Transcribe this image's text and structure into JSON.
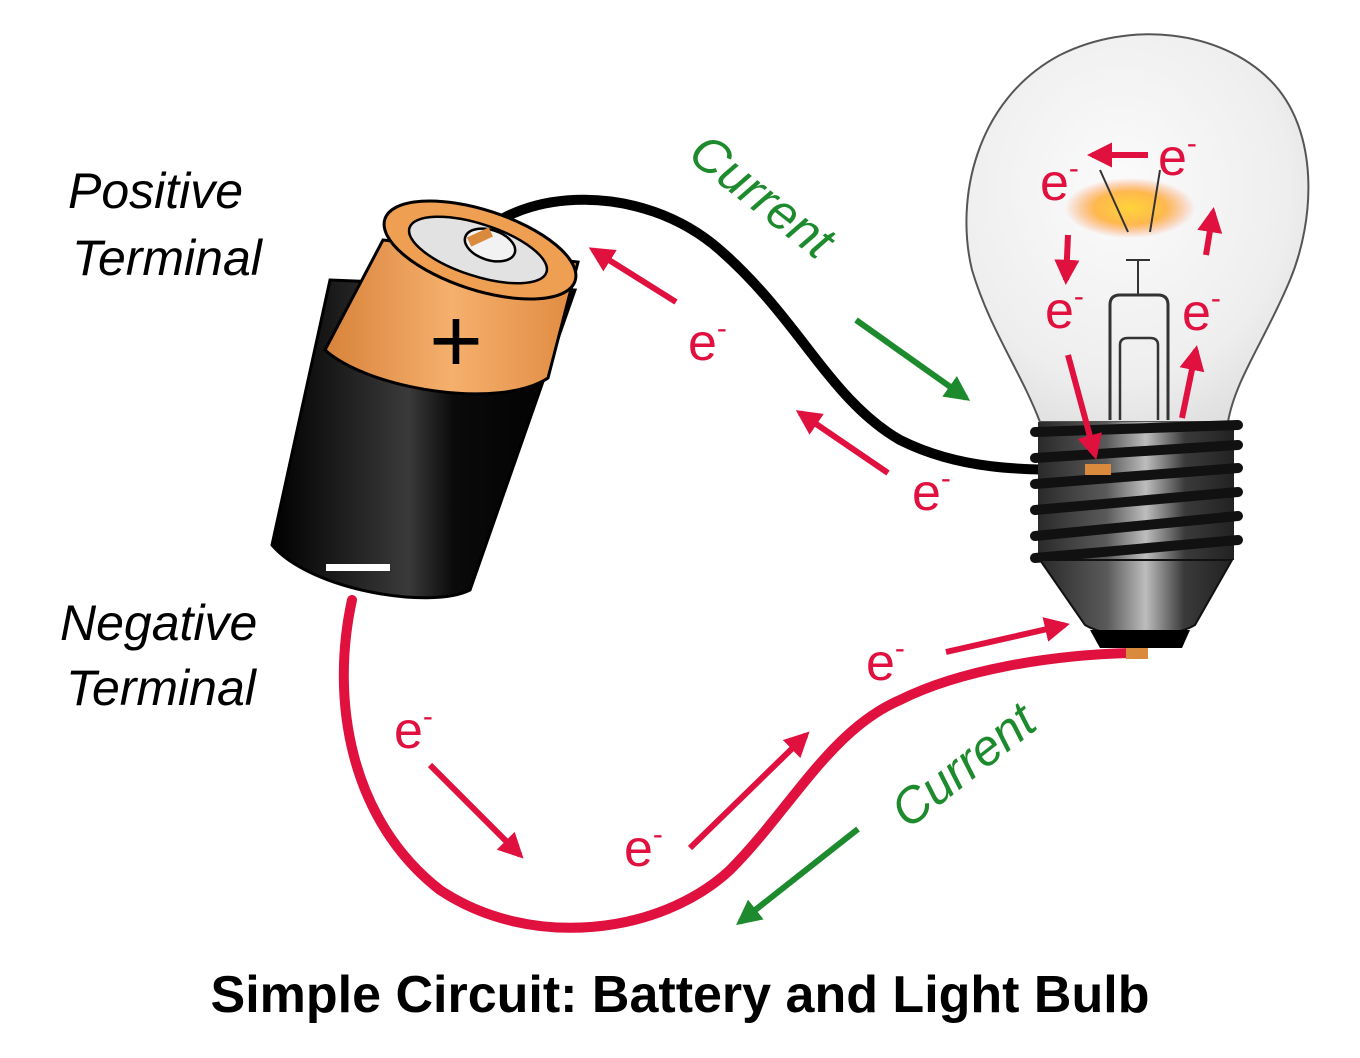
{
  "title": "Simple Circuit: Battery and Light Bulb",
  "labels": {
    "positive_terminal": [
      "Positive",
      "Terminal"
    ],
    "negative_terminal": [
      "Negative",
      "Terminal"
    ],
    "current_top": "Current",
    "current_bottom": "Current",
    "electron_base": "e",
    "electron_sup": "-"
  },
  "battery": {
    "plus_symbol": "+",
    "minus_symbol": "—"
  },
  "colors": {
    "electron_red": "#e0103f",
    "current_green": "#1e8a2e",
    "battery_orange": "#ee9a48",
    "wire_black": "#000000",
    "wire_red": "#e0103f",
    "filament_glow": "#ffcf3a"
  }
}
